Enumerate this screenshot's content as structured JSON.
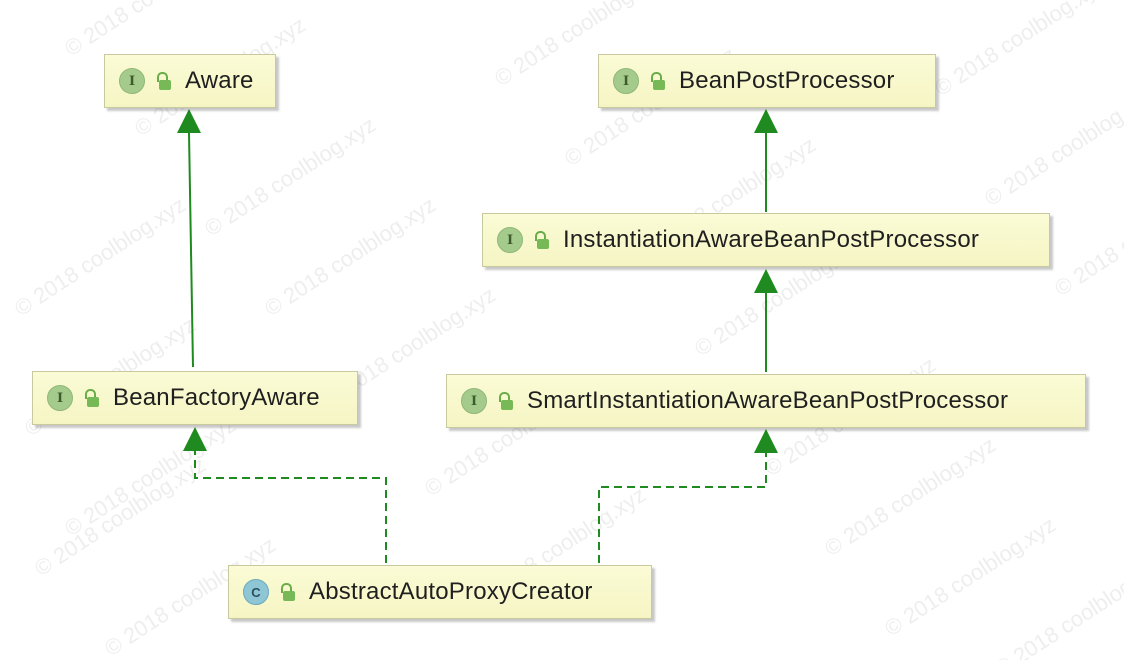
{
  "watermark": "© 2018 coolblog.xyz",
  "colors": {
    "edge": "#1f8a1f",
    "node_fill": "#f8f8cc",
    "interface_badge": "#a4cb8c",
    "class_badge": "#8ec6d6"
  },
  "nodes": {
    "aware": {
      "badge": "I",
      "kind": "interface",
      "icon": "unlock-icon",
      "label": "Aware"
    },
    "bean_post_processor": {
      "badge": "I",
      "kind": "interface",
      "icon": "unlock-icon",
      "label": "BeanPostProcessor"
    },
    "instantiation_aware": {
      "badge": "I",
      "kind": "interface",
      "icon": "unlock-icon",
      "label": "InstantiationAwareBeanPostProcessor"
    },
    "bean_factory_aware": {
      "badge": "I",
      "kind": "interface",
      "icon": "unlock-icon",
      "label": "BeanFactoryAware"
    },
    "smart_instantiation_aware": {
      "badge": "I",
      "kind": "interface",
      "icon": "unlock-icon",
      "label": "SmartInstantiationAwareBeanPostProcessor"
    },
    "abstract_auto_proxy_creator": {
      "badge": "C",
      "kind": "class",
      "icon": "unlock-icon",
      "label": "AbstractAutoProxyCreator"
    }
  },
  "edges": [
    {
      "from": "bean_factory_aware",
      "to": "aware",
      "type": "extends"
    },
    {
      "from": "instantiation_aware",
      "to": "bean_post_processor",
      "type": "extends"
    },
    {
      "from": "smart_instantiation_aware",
      "to": "instantiation_aware",
      "type": "extends"
    },
    {
      "from": "abstract_auto_proxy_creator",
      "to": "bean_factory_aware",
      "type": "implements"
    },
    {
      "from": "abstract_auto_proxy_creator",
      "to": "smart_instantiation_aware",
      "type": "implements"
    }
  ]
}
